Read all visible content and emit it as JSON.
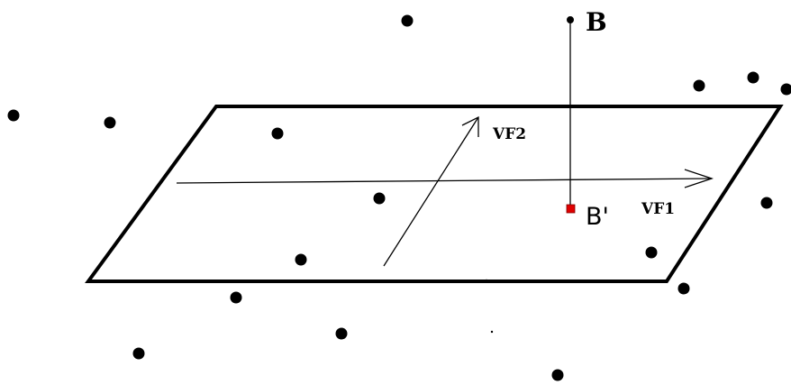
{
  "labels": {
    "point_b": "B",
    "projection_b": "B'",
    "vector_1": "VF1",
    "vector_2": "VF2"
  },
  "colors": {
    "ink": "#000000",
    "projection_marker": "#e00000",
    "background": "#ffffff"
  },
  "point_count": 19
}
